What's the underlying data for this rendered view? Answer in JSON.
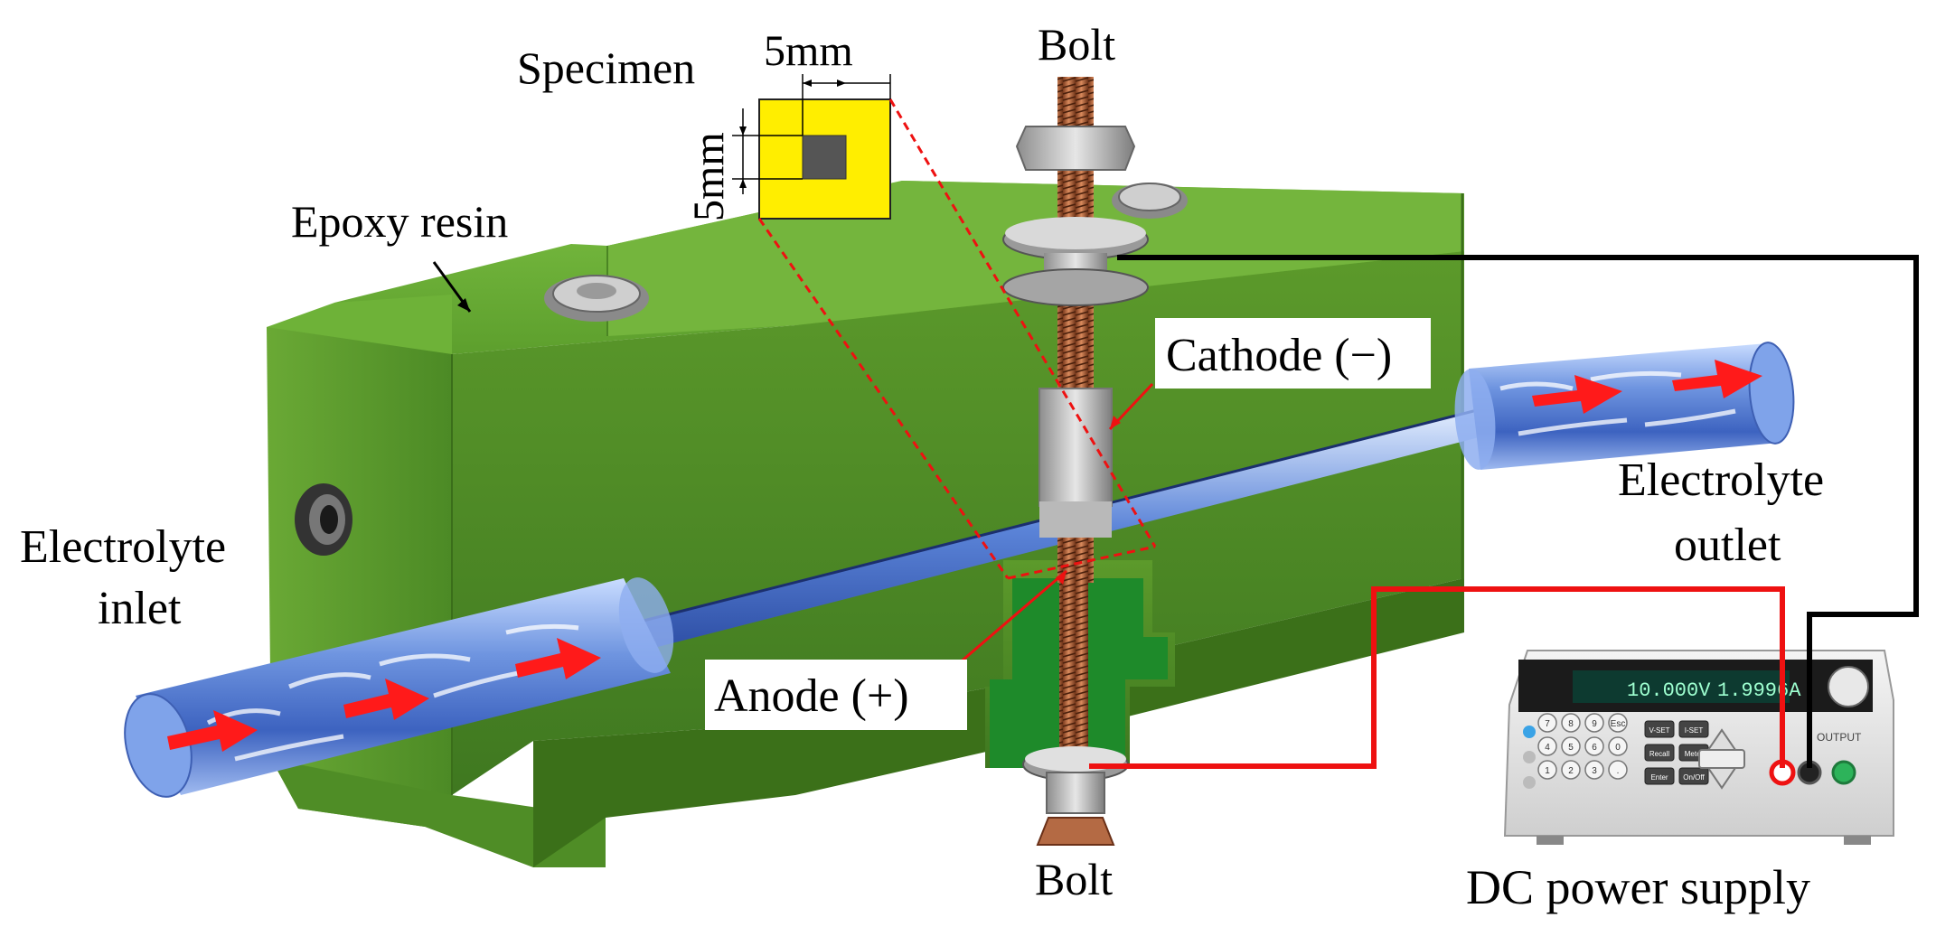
{
  "labels": {
    "specimen": "Specimen",
    "dim_width": "5mm",
    "dim_height": "5mm",
    "epoxy": "Epoxy resin",
    "bolt_top": "Bolt",
    "bolt_bottom": "Bolt",
    "cathode": "Cathode (−)",
    "anode": "Anode (+)",
    "inlet_1": "Electrolyte",
    "inlet_2": "inlet",
    "outlet_1": "Electrolyte",
    "outlet_2": "outlet",
    "power": "DC power supply"
  },
  "power_supply": {
    "voltage_readout": "10.000V",
    "current_readout": "1.9996A",
    "keys": [
      "7",
      "8",
      "9",
      "Esc",
      "4",
      "5",
      "6",
      "0",
      "1",
      "2",
      "3",
      "."
    ],
    "fn_keys": [
      "V-SET",
      "I-SET",
      "Recall",
      "Meter",
      "Enter",
      "On/Off"
    ],
    "output_label": "OUTPUT"
  },
  "colors": {
    "epoxy_green": "#5f9e2c",
    "epoxy_dark": "#3f7a1c",
    "insert_green": "#1f8a2a",
    "specimen_yellow": "#ffee00",
    "flow_arrow": "#ff1a1a",
    "wire_red": "#ee1111",
    "wire_black": "#000000",
    "bolt_copper": "#b0603a",
    "tube_blue": "#5f88d8"
  }
}
